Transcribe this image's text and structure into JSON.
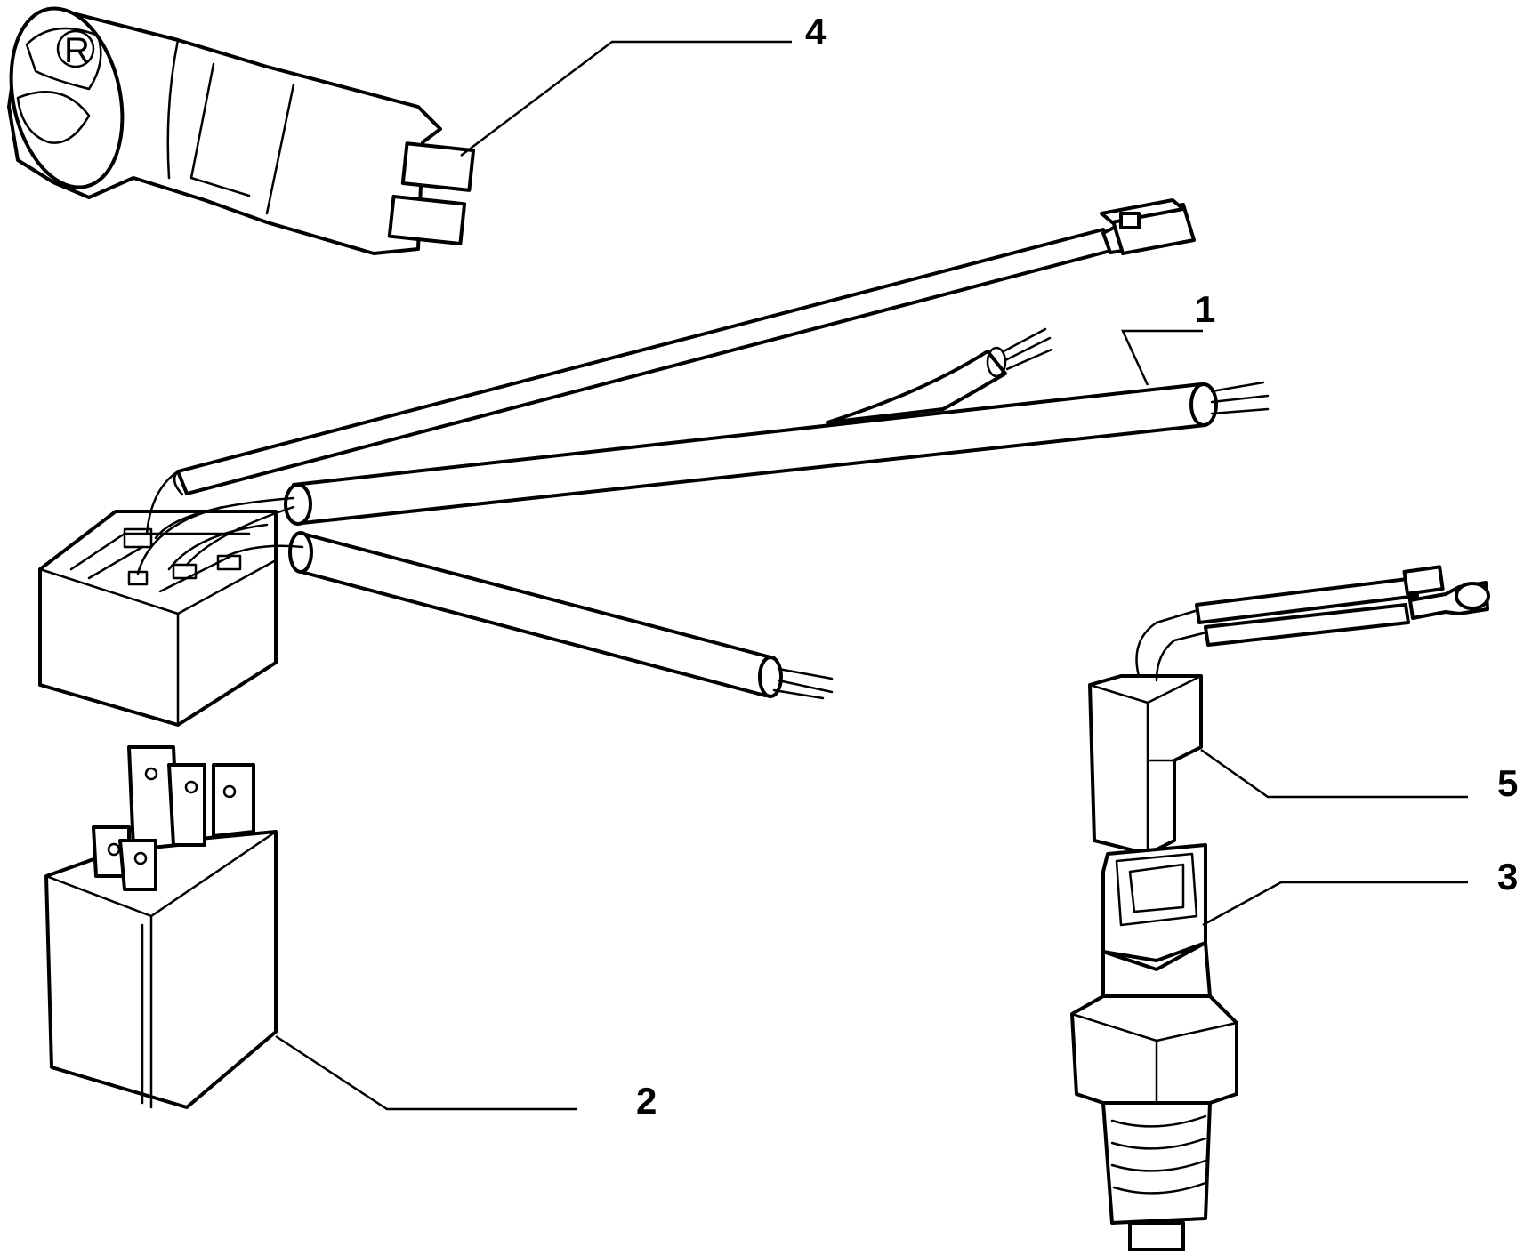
{
  "diagram": {
    "callouts": {
      "harness": "1",
      "relay": "2",
      "switch": "3",
      "button": "4",
      "connector": "5"
    },
    "button_symbol": "R"
  }
}
